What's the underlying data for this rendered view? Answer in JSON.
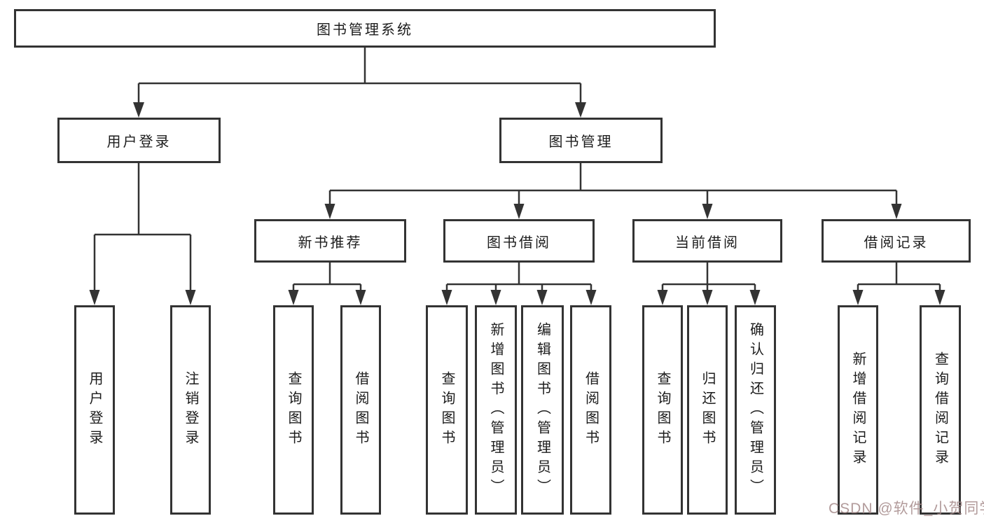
{
  "tree": {
    "label": "图书管理系统",
    "children": [
      {
        "label": "用户登录",
        "children": [
          {
            "label": "用户登录"
          },
          {
            "label": "注销登录"
          }
        ]
      },
      {
        "label": "图书管理",
        "children": [
          {
            "label": "新书推荐",
            "children": [
              {
                "label": "查询图书"
              },
              {
                "label": "借阅图书"
              }
            ]
          },
          {
            "label": "图书借阅",
            "children": [
              {
                "label": "查询图书"
              },
              {
                "label": "新增图书（管理员）"
              },
              {
                "label": "编辑图书（管理员）"
              },
              {
                "label": "借阅图书"
              }
            ]
          },
          {
            "label": "当前借阅",
            "children": [
              {
                "label": "查询图书"
              },
              {
                "label": "归还图书"
              },
              {
                "label": "确认归还（管理员）"
              }
            ]
          },
          {
            "label": "借阅记录",
            "children": [
              {
                "label": "新增借阅记录"
              },
              {
                "label": "查询借阅记录"
              }
            ]
          }
        ]
      }
    ]
  },
  "watermark": {
    "text": "CSDN @软件_小贺同学"
  },
  "colors": {
    "line": "#333333",
    "text": "#1c1c1c",
    "watermark": "#a48a8a",
    "background": "#ffffff"
  }
}
